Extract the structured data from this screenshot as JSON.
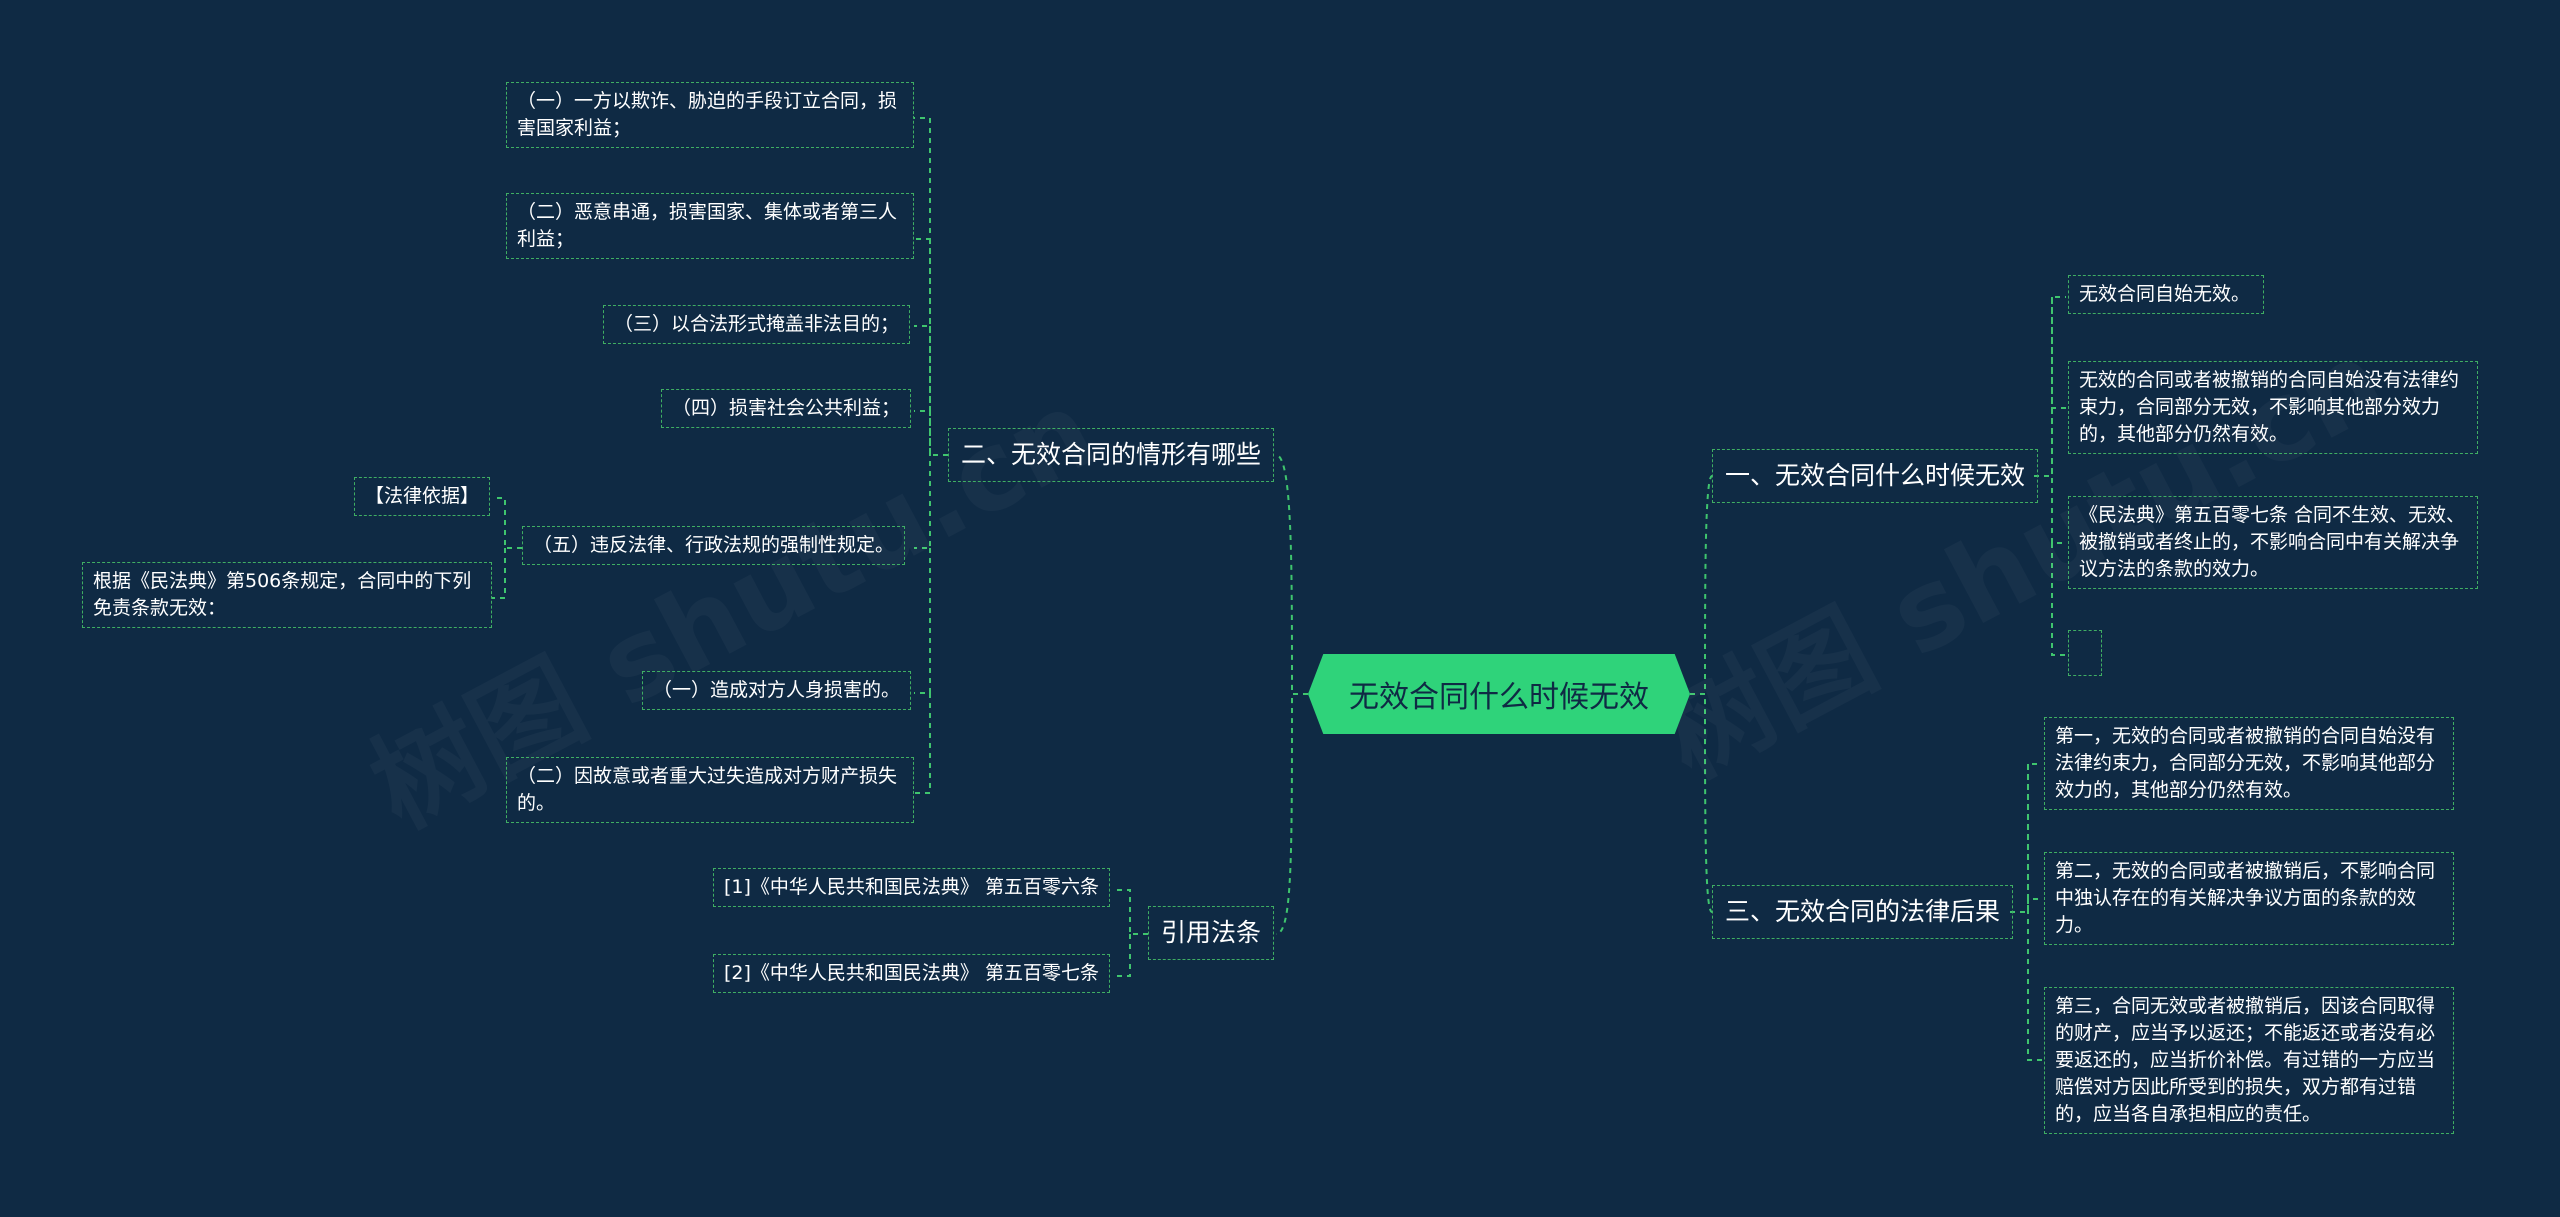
{
  "root": {
    "label": "无效合同什么时候无效"
  },
  "branches": {
    "b1": {
      "label": "一、无效合同什么时候无效",
      "items": [
        "无效合同自始无效。",
        "无效的合同或者被撤销的合同自始没有法律约束力，合同部分无效，不影响其他部分效力的，其他部分仍然有效。",
        "《民法典》第五百零七条 合同不生效、无效、被撤销或者终止的，不影响合同中有关解决争议方法的条款的效力。",
        ""
      ]
    },
    "b2": {
      "label": "二、无效合同的情形有哪些",
      "items": [
        "（一）一方以欺诈、胁迫的手段订立合同，损害国家利益；",
        "（二）恶意串通，损害国家、集体或者第三人利益；",
        "（三）以合法形式掩盖非法目的；",
        "（四）损害社会公共利益；",
        "（五）违反法律、行政法规的强制性规定。",
        "（一）造成对方人身损害的。",
        "（二）因故意或者重大过失造成对方财产损失的。"
      ],
      "sub": {
        "legal_basis": "【法律依据】",
        "civil_code_506": "根据《民法典》第506条规定，合同中的下列免责条款无效："
      }
    },
    "b3": {
      "label": "三、无效合同的法律后果",
      "items": [
        "第一，无效的合同或者被撤销的合同自始没有法律约束力，合同部分无效，不影响其他部分效力的，其他部分仍然有效。",
        "第二，无效的合同或者被撤销后，不影响合同中独认存在的有关解决争议方面的条款的效力。",
        "第三，合同无效或者被撤销后，因该合同取得的财产，应当予以返还；不能返还或者没有必要返还的，应当折价补偿。有过错的一方应当赔偿对方因此所受到的损失，双方都有过错的，应当各自承担相应的责任。"
      ]
    },
    "b4": {
      "label": "引用法条",
      "items": [
        "[1]《中华人民共和国民法典》 第五百零六条",
        "[2]《中华人民共和国民法典》 第五百零七条"
      ]
    }
  },
  "colors": {
    "background": "#0f2a44",
    "accent": "#2fd37a",
    "connector": "#3fc56e"
  }
}
